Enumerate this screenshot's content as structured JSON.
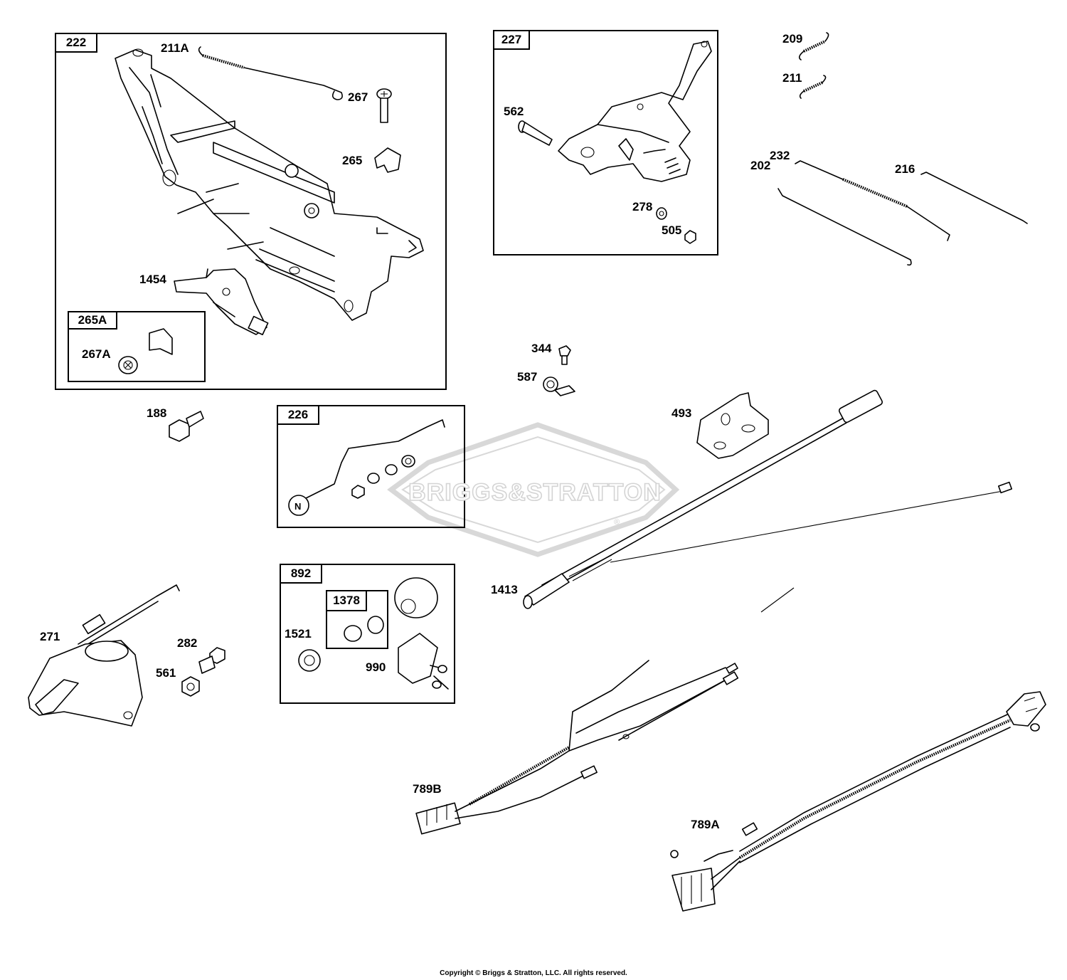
{
  "diagram": {
    "watermark": "BRIGGS&STRATTON",
    "watermark_mark": "®",
    "copyright": "Copyright © Briggs & Stratton, LLC. All rights reserved.",
    "kits": {
      "k222": "222",
      "k265a": "265A",
      "k227": "227",
      "k226": "226",
      "k892": "892",
      "k1378": "1378"
    },
    "parts": {
      "p211a": "211A",
      "p267": "267",
      "p265": "265",
      "p1454": "1454",
      "p267a": "267A",
      "p562": "562",
      "p278": "278",
      "p505": "505",
      "p209": "209",
      "p211": "211",
      "p232": "232",
      "p216": "216",
      "p202": "202",
      "p344": "344",
      "p587": "587",
      "p493": "493",
      "p188": "188",
      "p1413": "1413",
      "p271": "271",
      "p282": "282",
      "p561": "561",
      "p1521": "1521",
      "p990": "990",
      "p789b": "789B",
      "p789a": "789A"
    }
  }
}
